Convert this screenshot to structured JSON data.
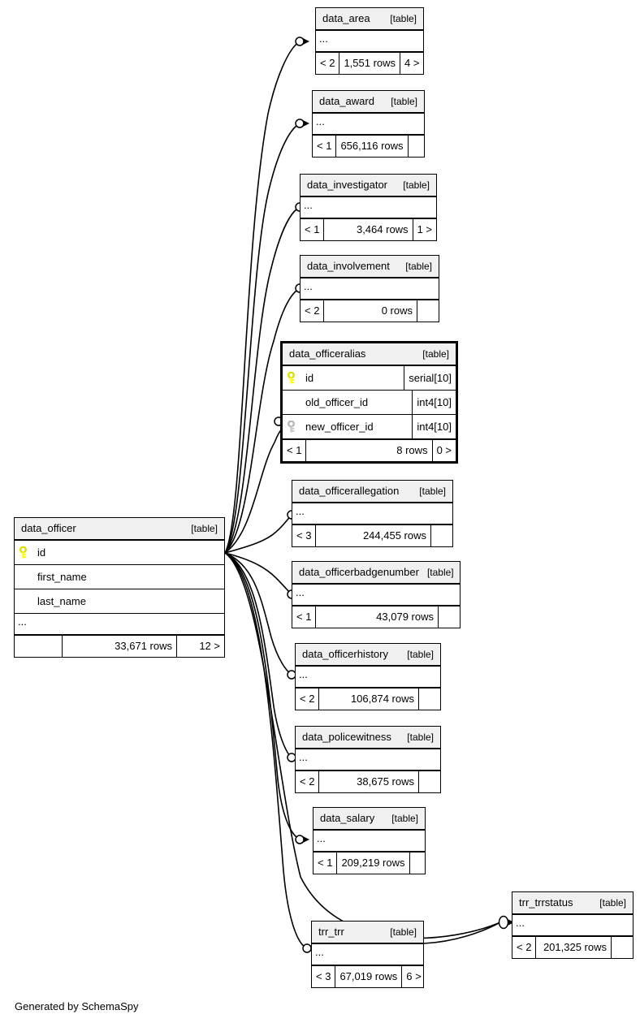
{
  "diagram": {
    "tool": "SchemaSpy",
    "footer": "Generated by SchemaSpy",
    "type_label": "[table]",
    "ellipsis": "...",
    "colors": {
      "background": "#ffffff",
      "header_fill": "#f0f0f0",
      "border": "#000000",
      "primary_key_icon": "#ffff00",
      "foreign_key_icon": "#c0c0c0",
      "edge": "#000000"
    }
  },
  "focus_table": "data_officeralias",
  "tables": [
    {
      "id": "data_area",
      "name": "data_area",
      "type": "[table]",
      "ellipsis": "...",
      "parents": "< 2",
      "rows": "1,551 rows",
      "children": "4 >",
      "columns": [],
      "focused": false
    },
    {
      "id": "data_award",
      "name": "data_award",
      "type": "[table]",
      "ellipsis": "...",
      "parents": "< 1",
      "rows": "656,116 rows",
      "children": "",
      "columns": [],
      "focused": false
    },
    {
      "id": "data_investigator",
      "name": "data_investigator",
      "type": "[table]",
      "ellipsis": "...",
      "parents": "< 1",
      "rows": "3,464 rows",
      "children": "1 >",
      "columns": [],
      "focused": false
    },
    {
      "id": "data_involvement",
      "name": "data_involvement",
      "type": "[table]",
      "ellipsis": "...",
      "parents": "< 2",
      "rows": "0 rows",
      "children": "",
      "columns": [],
      "focused": false
    },
    {
      "id": "data_officeralias",
      "name": "data_officeralias",
      "type": "[table]",
      "ellipsis": "",
      "parents": "< 1",
      "rows": "8 rows",
      "children": "0 >",
      "focused": true,
      "columns": [
        {
          "name": "id",
          "type": "serial[10]",
          "key": "primary"
        },
        {
          "name": "old_officer_id",
          "type": "int4[10]",
          "key": "none"
        },
        {
          "name": "new_officer_id",
          "type": "int4[10]",
          "key": "foreign"
        }
      ]
    },
    {
      "id": "data_officerallegation",
      "name": "data_officerallegation",
      "type": "[table]",
      "ellipsis": "...",
      "parents": "< 3",
      "rows": "244,455 rows",
      "children": "",
      "columns": [],
      "focused": false
    },
    {
      "id": "data_officerbadgenumber",
      "name": "data_officerbadgenumber",
      "type": "[table]",
      "ellipsis": "...",
      "parents": "< 1",
      "rows": "43,079 rows",
      "children": "",
      "columns": [],
      "focused": false
    },
    {
      "id": "data_officerhistory",
      "name": "data_officerhistory",
      "type": "[table]",
      "ellipsis": "...",
      "parents": "< 2",
      "rows": "106,874 rows",
      "children": "",
      "columns": [],
      "focused": false
    },
    {
      "id": "data_policewitness",
      "name": "data_policewitness",
      "type": "[table]",
      "ellipsis": "...",
      "parents": "< 2",
      "rows": "38,675 rows",
      "children": "",
      "columns": [],
      "focused": false
    },
    {
      "id": "data_salary",
      "name": "data_salary",
      "type": "[table]",
      "ellipsis": "...",
      "parents": "< 1",
      "rows": "209,219 rows",
      "children": "",
      "columns": [],
      "focused": false
    },
    {
      "id": "data_officer",
      "name": "data_officer",
      "type": "[table]",
      "ellipsis": "...",
      "parents": "",
      "rows": "33,671 rows",
      "children": "12 >",
      "focused": false,
      "columns": [
        {
          "name": "id",
          "type": "",
          "key": "primary"
        },
        {
          "name": "first_name",
          "type": "",
          "key": "none"
        },
        {
          "name": "last_name",
          "type": "",
          "key": "none"
        }
      ]
    },
    {
      "id": "trr_trrstatus",
      "name": "trr_trrstatus",
      "type": "[table]",
      "ellipsis": "...",
      "parents": "< 2",
      "rows": "201,325 rows",
      "children": "",
      "columns": [],
      "focused": false
    },
    {
      "id": "trr_trr",
      "name": "trr_trr",
      "type": "[table]",
      "ellipsis": "...",
      "parents": "< 3",
      "rows": "67,019 rows",
      "children": "6 >",
      "columns": [],
      "focused": false
    }
  ],
  "relationships": [
    {
      "from": "data_officer",
      "to": "data_area"
    },
    {
      "from": "data_officer",
      "to": "data_award"
    },
    {
      "from": "data_officer",
      "to": "data_investigator"
    },
    {
      "from": "data_officer",
      "to": "data_involvement"
    },
    {
      "from": "data_officer",
      "to": "data_officeralias"
    },
    {
      "from": "data_officer",
      "to": "data_officerallegation"
    },
    {
      "from": "data_officer",
      "to": "data_officerbadgenumber"
    },
    {
      "from": "data_officer",
      "to": "data_officerhistory"
    },
    {
      "from": "data_officer",
      "to": "data_policewitness"
    },
    {
      "from": "data_officer",
      "to": "data_salary"
    },
    {
      "from": "data_officer",
      "to": "trr_trr"
    },
    {
      "from": "data_officer",
      "to": "trr_trrstatus"
    },
    {
      "from": "trr_trr",
      "to": "trr_trrstatus"
    }
  ]
}
